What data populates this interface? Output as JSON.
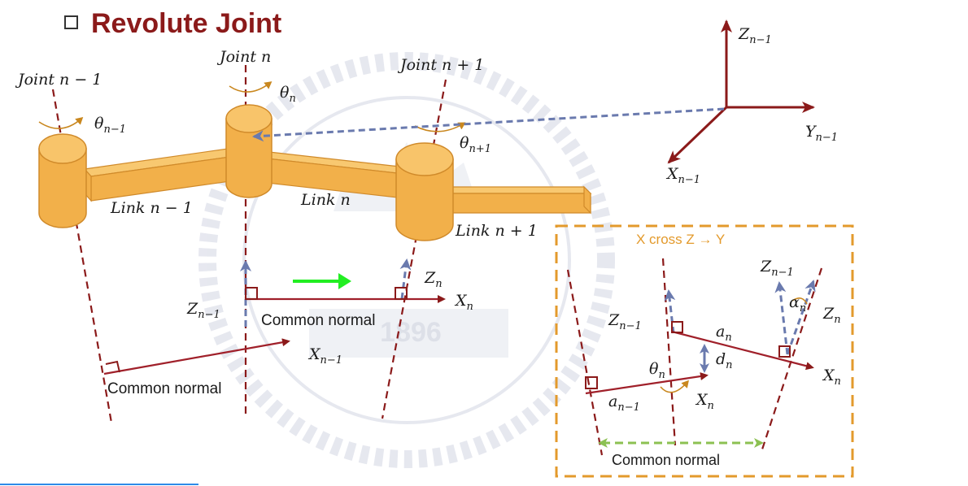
{
  "title": "Revolute Joint",
  "joints": {
    "prev": "Joint n − 1",
    "curr": "Joint n",
    "next": "Joint n + 1"
  },
  "angles": {
    "prev": {
      "base": "θ",
      "sub": "n−1"
    },
    "curr": {
      "base": "θ",
      "sub": "n"
    },
    "next": {
      "base": "θ",
      "sub": "n+1"
    }
  },
  "links": {
    "prev": "Link n − 1",
    "curr": "Link n",
    "next": "Link n + 1"
  },
  "frame": {
    "z": {
      "base": "Z",
      "sub": "n−1"
    },
    "y": {
      "base": "Y",
      "sub": "n−1"
    },
    "x": {
      "base": "X",
      "sub": "n−1"
    }
  },
  "main_labels": {
    "z_prev": {
      "base": "Z",
      "sub": "n−1"
    },
    "z_n": {
      "base": "Z",
      "sub": "n"
    },
    "x_n": {
      "base": "X",
      "sub": "n"
    },
    "x_prev": {
      "base": "X",
      "sub": "n−1"
    },
    "common_normal_upper": "Common normal",
    "common_normal_lower": "Common normal"
  },
  "inset": {
    "rule": "X cross Z → Y",
    "z_prev_top": {
      "base": "Z",
      "sub": "n−1"
    },
    "alpha": {
      "base": "α",
      "sub": "n"
    },
    "z_n": {
      "base": "Z",
      "sub": "n"
    },
    "z_prev_left": {
      "base": "Z",
      "sub": "n−1"
    },
    "a_n": {
      "base": "a",
      "sub": "n"
    },
    "d_n": {
      "base": "d",
      "sub": "n"
    },
    "theta": {
      "base": "θ",
      "sub": "n"
    },
    "x_n_right": {
      "base": "X",
      "sub": "n"
    },
    "x_n_mid": {
      "base": "X",
      "sub": "n"
    },
    "a_prev": {
      "base": "a",
      "sub": "n−1"
    },
    "common_normal": "Common normal"
  },
  "watermark": "1896",
  "colors": {
    "title": "#8B1A1A",
    "axis": "#8B1A1A",
    "link": "#F2B04A",
    "dashed_blue": "#6A7AAE",
    "inset_border": "#E39A2C",
    "green_arrow": "#22EE22",
    "green_dashed": "#8CC152"
  }
}
